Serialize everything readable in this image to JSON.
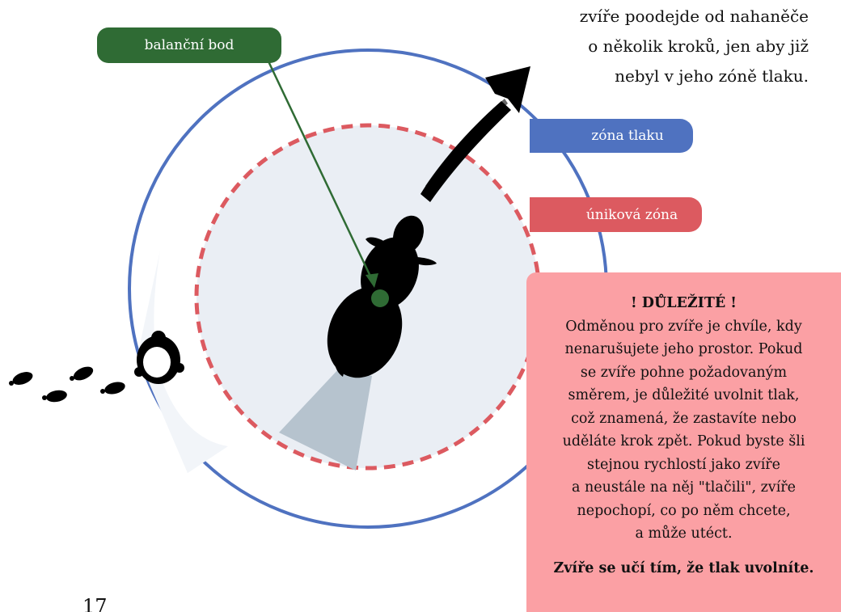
{
  "labels": {
    "balance_point": "balanční bod",
    "pressure_zone": "zóna tlaku",
    "flight_zone": "úniková zóna"
  },
  "caption_lines": [
    "zvíře poodejde od nahaněče",
    "o několik kroků, jen aby již",
    "nebyl v jeho zóně tlaku."
  ],
  "important": {
    "title": "! DŮLEŽITÉ !",
    "lines": [
      "Odměnou pro zvíře je chvíle, kdy",
      "nenarušujete jeho prostor. Pokud",
      "se zvíře pohne požadovaným",
      "směrem, je důležité uvolnit tlak,",
      "což znamená, že zastavíte nebo",
      "uděláte krok zpět. Pokud byste šli",
      "stejnou rychlostí jako zvíře",
      "a neustále na něj \"tlačili\", zvíře",
      "nepochopí, co po něm chcete,",
      "a může utéct."
    ],
    "footer": "Zvíře se učí tím, že tlak uvolníte."
  },
  "page_number": "17",
  "colors": {
    "pressure_zone": "#4f72c0",
    "flight_zone": "#dc5a60",
    "balance_point": "#2f6b34",
    "important_box": "#fba0a4"
  }
}
